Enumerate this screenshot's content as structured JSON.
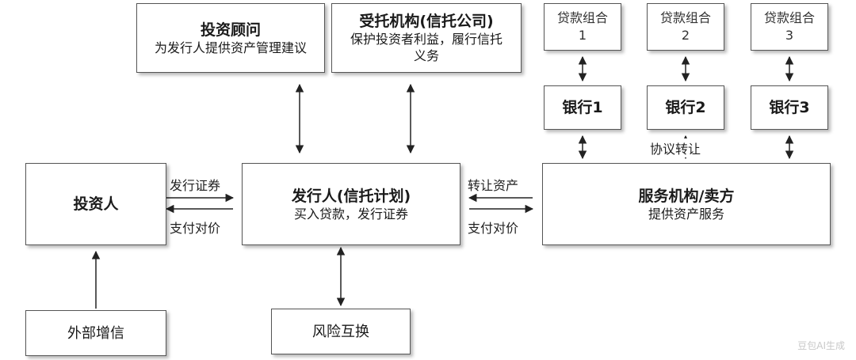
{
  "advisor": {
    "title": "投资顾问",
    "desc": "为发行人提供资产管理建议"
  },
  "trustee": {
    "title": "受托机构(信托公司)",
    "desc": "保护投资者利益，履行信托义务"
  },
  "loans": [
    {
      "line1": "贷款组合",
      "line2": "1"
    },
    {
      "line1": "贷款组合",
      "line2": "2"
    },
    {
      "line1": "贷款组合",
      "line2": "3"
    }
  ],
  "banks": [
    "银行1",
    "银行2",
    "银行3"
  ],
  "investor": {
    "title": "投资人"
  },
  "issuer": {
    "title": "发行人(信托计划)",
    "desc": "买入贷款，发行证券"
  },
  "servicer": {
    "title": "服务机构/卖方",
    "desc": "提供资产服务"
  },
  "external_credit": {
    "title": "外部增信"
  },
  "risk_swap": {
    "title": "风险互换"
  },
  "labels": {
    "issue_securities": "发行证券",
    "pay_price_left": "支付对价",
    "transfer_assets": "转让资产",
    "pay_price_right": "支付对价",
    "agreement_transfer": "协议转让"
  },
  "watermark": "豆包AI生成"
}
